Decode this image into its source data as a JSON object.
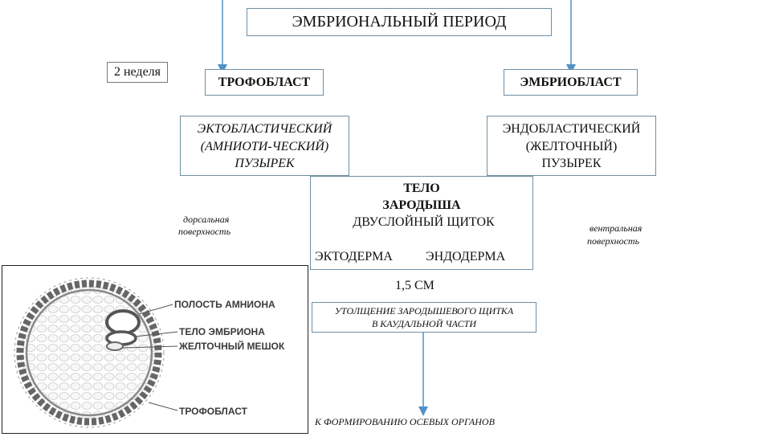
{
  "title": "ЭМБРИОНАЛЬНЫЙ ПЕРИОД",
  "week_label": "2 неделя",
  "trophoblast": "ТРОФОБЛАСТ",
  "embryoblast": "ЭМБРИОБЛАСТ",
  "ecto_vesicle": {
    "line1": "ЭКТОБЛАСТИЧЕСКИЙ",
    "line2": "(АМНИОТИ-ЧЕСКИЙ)",
    "line3": "ПУЗЫРЕК"
  },
  "endo_vesicle": {
    "line1": "ЭНДОБЛАСТИЧЕСКИЙ",
    "line2": "(ЖЕЛТОЧНЫЙ)",
    "line3": "ПУЗЫРЕК"
  },
  "embryo_body": {
    "line1": "ТЕЛО",
    "line2": "ЗАРОДЫША",
    "line3": "ДВУСЛОЙНЫЙ ЩИТОК"
  },
  "dorsal": {
    "line1": "дорсальная",
    "line2": "поверхность"
  },
  "ventral": {
    "line1": "вентральная",
    "line2": "поверхность"
  },
  "ectoderm": "ЭКТОДЕРМА",
  "endoderm": "ЭНДОДЕРМА",
  "size": "1,5 СМ",
  "thickening": {
    "line1": "УТОЛЩЕНИЕ ЗАРОДЫШЕВОГО ЩИТКА",
    "line2": "В КАУДАЛЬНОЙ ЧАСТИ"
  },
  "axial_organs": "К ФОРМИРОВАНИЮ ОСЕВЫХ ОРГАНОВ",
  "figure_labels": {
    "amnion": "ПОЛОСТЬ АМНИОНА",
    "embryo": "ТЕЛО ЭМБРИОНА",
    "yolk": "ЖЕЛТОЧНЫЙ МЕШОК",
    "trophoblast": "ТРОФОБЛАСТ"
  },
  "colors": {
    "connector": "#4f91c8",
    "box_border": "#6f8fa3",
    "branch": "#5a8fb8"
  }
}
